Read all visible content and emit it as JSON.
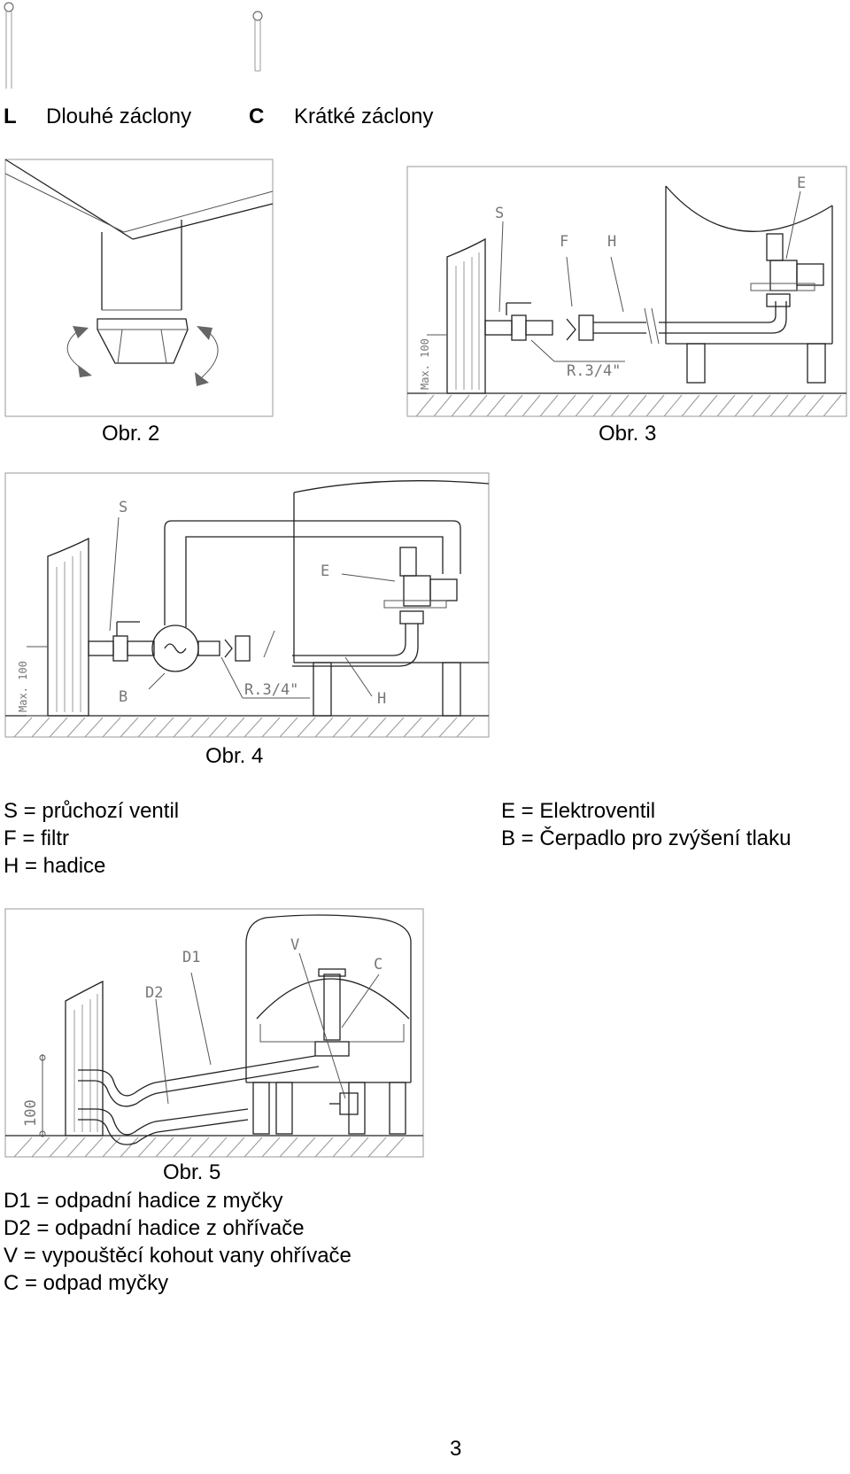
{
  "curtains": {
    "long_letter": "L",
    "long_label": "Dlouhé záclony",
    "short_letter": "C",
    "short_label": "Krátké záclony"
  },
  "figures": {
    "fig2": {
      "caption": "Obr. 2"
    },
    "fig3": {
      "caption": "Obr. 3",
      "labels": {
        "s": "S",
        "f": "F",
        "h": "H",
        "e": "E",
        "thread": "R.3/4\"",
        "max": "Max. 100"
      }
    },
    "fig4": {
      "caption": "Obr. 4",
      "labels": {
        "s": "S",
        "e": "E",
        "b": "B",
        "h": "H",
        "thread": "R.3/4\"",
        "max": "Max. 100"
      }
    },
    "fig5": {
      "caption": "Obr. 5",
      "labels": {
        "d1": "D1",
        "d2": "D2",
        "v": "V",
        "c": "C",
        "dim": "100"
      }
    }
  },
  "legend_left": [
    "S = průchozí ventil",
    "F = filtr",
    "H = hadice"
  ],
  "legend_right": [
    "E = Elektroventil",
    "B = Čerpadlo pro zvýšení tlaku"
  ],
  "legend_fig5": [
    "D1 = odpadní hadice z myčky",
    "D2 = odpadní hadice z ohřívače",
    "V   = vypouštěcí kohout vany ohřívače",
    "C   = odpad myčky"
  ],
  "page_number": "3"
}
